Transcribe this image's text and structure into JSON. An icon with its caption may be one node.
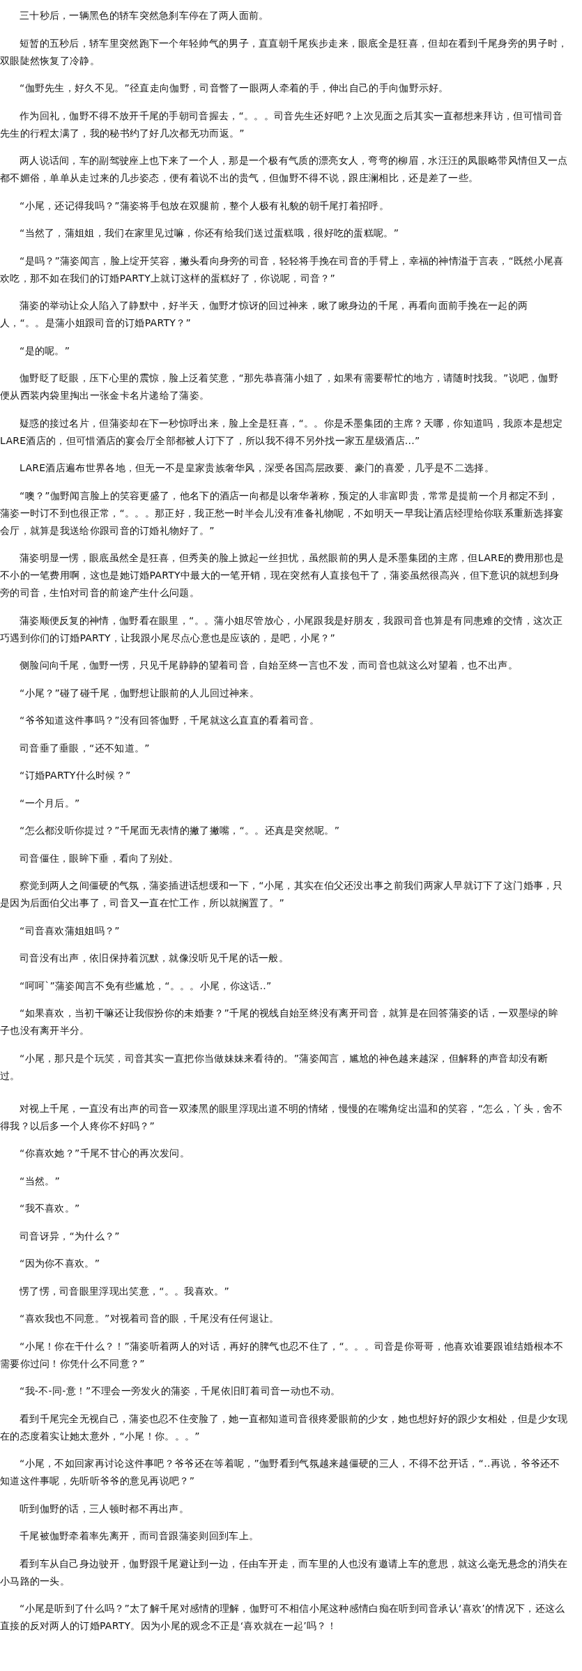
{
  "diagram": {
    "labels": [
      "三十秒后，一辆黑色的轿车突然急刹车停在了两人面前。",
      "短暂的五秒后，轿车里突然跑下一个年轻帅气的男子，直直朝千尾疾步走来，眼底全是狂喜，但却在看到千尾身旁的男子时，双眼陡然恢复了冷静。",
      "“伽野先生，好久不见。”径直走向伽野，司音瞥了一眼两人牵着的手，伸出自己的手向伽野示好。",
      "作为回礼，伽野不得不放开千尾的手朝司音握去，“。。。司音先生还好吧？上次见面之后其实一直都想来拜访，但可惜司音先生的行程太满了，我的秘书约了好几次都无功而返。”",
      "两人说话间，车的副驾驶座上也下来了一个人，那是一个极有气质的漂亮女人，弯弯的柳眉，水汪汪的凤眼略带风情但又一点都不媚俗，单单从走过来的几步姿态，便有着说不出的贵气，但伽野不得不说，跟庄澜相比，还是差了一些。",
      "“小尾，还记得我吗？”蒲姿将手包放在双腿前，整个人极有礼貌的朝千尾打着招呼。",
      "“当然了，蒲姐姐，我们在家里见过嘛，你还有给我们送过蛋糕哦，很好吃的蛋糕呢。”",
      "“是吗？”蒲姿闻言，脸上绽开笑容，撇头看向身旁的司音，轻轻将手挽在司音的手臂上，幸福的神情溢于言表，“既然小尾喜欢吃，那不如在我们的订婚PARTY上就订这样的蛋糕好了，你说呢，司音？”",
      "蒲姿的举动让众人陷入了静默中，好半天，伽野才惊讶的回过神来，瞅了瞅身边的千尾，再看向面前手挽在一起的两人，“。。是蒲小姐跟司音的订婚PARTY？”",
      "“是的呢。”",
      "伽野眨了眨眼，压下心里的震惊，脸上泛着笑意，“那先恭喜蒲小姐了，如果有需要帮忙的地方，请随时找我。”说吧，伽野便从西装内袋里掏出一张金卡名片递给了蒲姿。",
      "疑惑的接过名片，但蒲姿却在下一秒惊呼出来，脸上全是狂喜，“。。你是禾墨集团的主席？天哪，你知道吗，我原本是想定LARE酒店的，但可惜酒店的宴会厅全部都被人订下了，所以我不得不另外找一家五星级酒店...”",
      "LARE酒店遍布世界各地，但无一不是皇家贵族奢华风，深受各国高层政要、豪门的喜爱，几乎是不二选择。",
      "“噢？”伽野闻言脸上的笑容更盛了，他名下的酒店一向都是以奢华著称，预定的人非富即贵，常常是提前一个月都定不到，蒲姿一时订不到也很正常，“。。。那正好，我正愁一时半会儿没有准备礼物呢，不如明天一早我让酒店经理给你联系重新选择宴会厅，就算是我送给你跟司音的订婚礼物好了。”",
      "蒲姿明显一愣，眼底虽然全是狂喜，但秀美的脸上掀起一丝担忧，虽然眼前的男人是禾墨集团的主席，但LARE的费用那也是不小的一笔费用啊，这也是她订婚PARTY中最大的一笔开销，现在突然有人直接包干了，蒲姿虽然很高兴，但下意识的就想到身旁的司音，生怕对司音的前途产生什么问题。",
      "蒲姿顺便反复的神情，伽野看在眼里，“。。蒲小姐尽管放心，小尾跟我是好朋友，我跟司音也算是有同患难的交情，这次正巧遇到你们的订婚PARTY，让我跟小尾尽点心意也是应该的，是吧，小尾？”",
      "侧脸问向千尾，伽野一愣，只见千尾静静的望着司音，自始至终一言也不发，而司音也就这么对望着，也不出声。",
      "“小尾？”碰了碰千尾，伽野想让眼前的人儿回过神来。",
      "“爷爷知道这件事吗？”没有回答伽野，千尾就这么直直的看着司音。",
      "司音垂了垂眼，“还不知道。”",
      "“订婚PARTY什么时候？”",
      "“一个月后。”",
      "“怎么都没听你提过？”千尾面无表情的撇了撇嘴，“。。还真是突然呢。”",
      "司音僵住，眼眸下垂，看向了别处。",
      "察觉到两人之间僵硬的气氛，蒲姿插进话想缓和一下，“小尾，其实在伯父还没出事之前我们两家人早就订下了这门婚事，只是因为后面伯父出事了，司音又一直在忙工作，所以就搁置了。”",
      "“司音喜欢蒲姐姐吗？”",
      "司音没有出声，依旧保持着沉默，就像没听见千尾的话一般。",
      "“呵呵`”蒲姿闻言不免有些尴尬，“。。。小尾，你这话..”",
      "“如果喜欢，当初干嘛还让我假扮你的未婚妻？”千尾的视线自始至终没有离开司音，就算是在回答蒲姿的话，一双墨绿的眸子也没有离开半分。",
      "“小尾，那只是个玩笑，司音其实一直把你当做妹妹来看待的。”蒲姿闻言，尴尬的神色越来越深，但解释的声音却没有断过。",
      "对视上千尾，一直没有出声的司音一双漆黑的眼里浮现出道不明的情绪，慢慢的在嘴角绽出温和的笑容，“怎么，丫头，舍不得我？以后多一个人疼你不好吗？”",
      "“你喜欢她？”千尾不甘心的再次发问。",
      "“当然。”",
      "“我不喜欢。”",
      "司音讶异，“为什么？”",
      "“因为你不喜欢。”",
      "愣了愣，司音眼里浮现出笑意，“。。我喜欢。”",
      "“喜欢我也不同意。”对视着司音的眼，千尾没有任何退让。",
      "“小尾！你在干什么？！”蒲姿听着两人的对话，再好的脾气也忍不住了，“。。。司音是你哥哥，他喜欢谁要跟谁结婚根本不需要你过问！你凭什么不同意？”",
      "“我-不-同-意！”不理会一旁发火的蒲姿，千尾依旧盯着司音一动也不动。",
      "看到千尾完全无视自己，蒲姿也忍不住变脸了，她一直都知道司音很疼爱眼前的少女，她也想好好的跟少女相处，但是少女现在的态度着实让她太意外，“小尾！你。。。”",
      "“小尾，不如回家再讨论这件事吧？爷爷还在等着呢，”伽野看到气氛越来越僵硬的三人，不得不岔开话，“..再说，爷爷还不知道这件事呢，先听听爷爷的意见再说吧？”",
      "听到伽野的话，三人顿时都不再出声。",
      "千尾被伽野牵着率先离开，而司音跟蒲姿则回到车上。",
      "看到车从自己身边驶开，伽野跟千尾避让到一边，任由车开走，而车里的人也没有邀请上车的意思，就这么毫无悬念的消失在小马路的一头。",
      "“小尾是听到了什么吗？”太了解千尾对感情的理解，伽野可不相信小尾这种感情白痴在听到司音承认‘喜欢’的情况下，还这么直接的反对两人的订婚PARTY。因为小尾的观念不正是‘喜欢就在一起’吗？！"
    ]
  }
}
